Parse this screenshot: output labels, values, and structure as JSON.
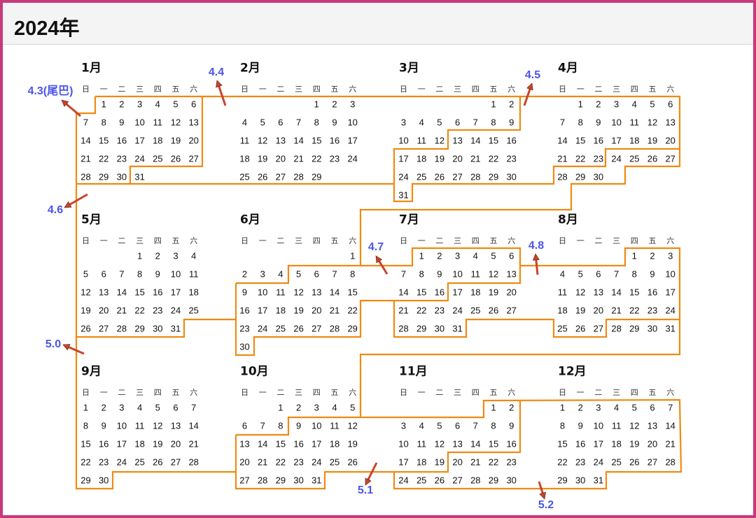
{
  "header": {
    "title": "2024年"
  },
  "weekdays": [
    "日",
    "一",
    "二",
    "三",
    "四",
    "五",
    "六"
  ],
  "months": [
    {
      "name": "1月",
      "first_weekday": 1,
      "days": 31
    },
    {
      "name": "2月",
      "first_weekday": 4,
      "days": 29
    },
    {
      "name": "3月",
      "first_weekday": 5,
      "days": 31
    },
    {
      "name": "4月",
      "first_weekday": 1,
      "days": 30
    },
    {
      "name": "5月",
      "first_weekday": 3,
      "days": 31
    },
    {
      "name": "6月",
      "first_weekday": 6,
      "days": 30
    },
    {
      "name": "7月",
      "first_weekday": 1,
      "days": 31
    },
    {
      "name": "8月",
      "first_weekday": 4,
      "days": 31
    },
    {
      "name": "9月",
      "first_weekday": 0,
      "days": 30
    },
    {
      "name": "10月",
      "first_weekday": 2,
      "days": 31
    },
    {
      "name": "11月",
      "first_weekday": 5,
      "days": 30
    },
    {
      "name": "12月",
      "first_weekday": 0,
      "days": 31
    }
  ],
  "annotations": [
    "4.3(尾巴)",
    "4.4",
    "4.5",
    "4.6",
    "4.7",
    "4.8",
    "5.0",
    "5.1",
    "5.2"
  ],
  "colors": {
    "frame": "#c8387a",
    "outline": "#ee8a12",
    "label": "#4b55e6",
    "arrow": "#c8452a"
  }
}
